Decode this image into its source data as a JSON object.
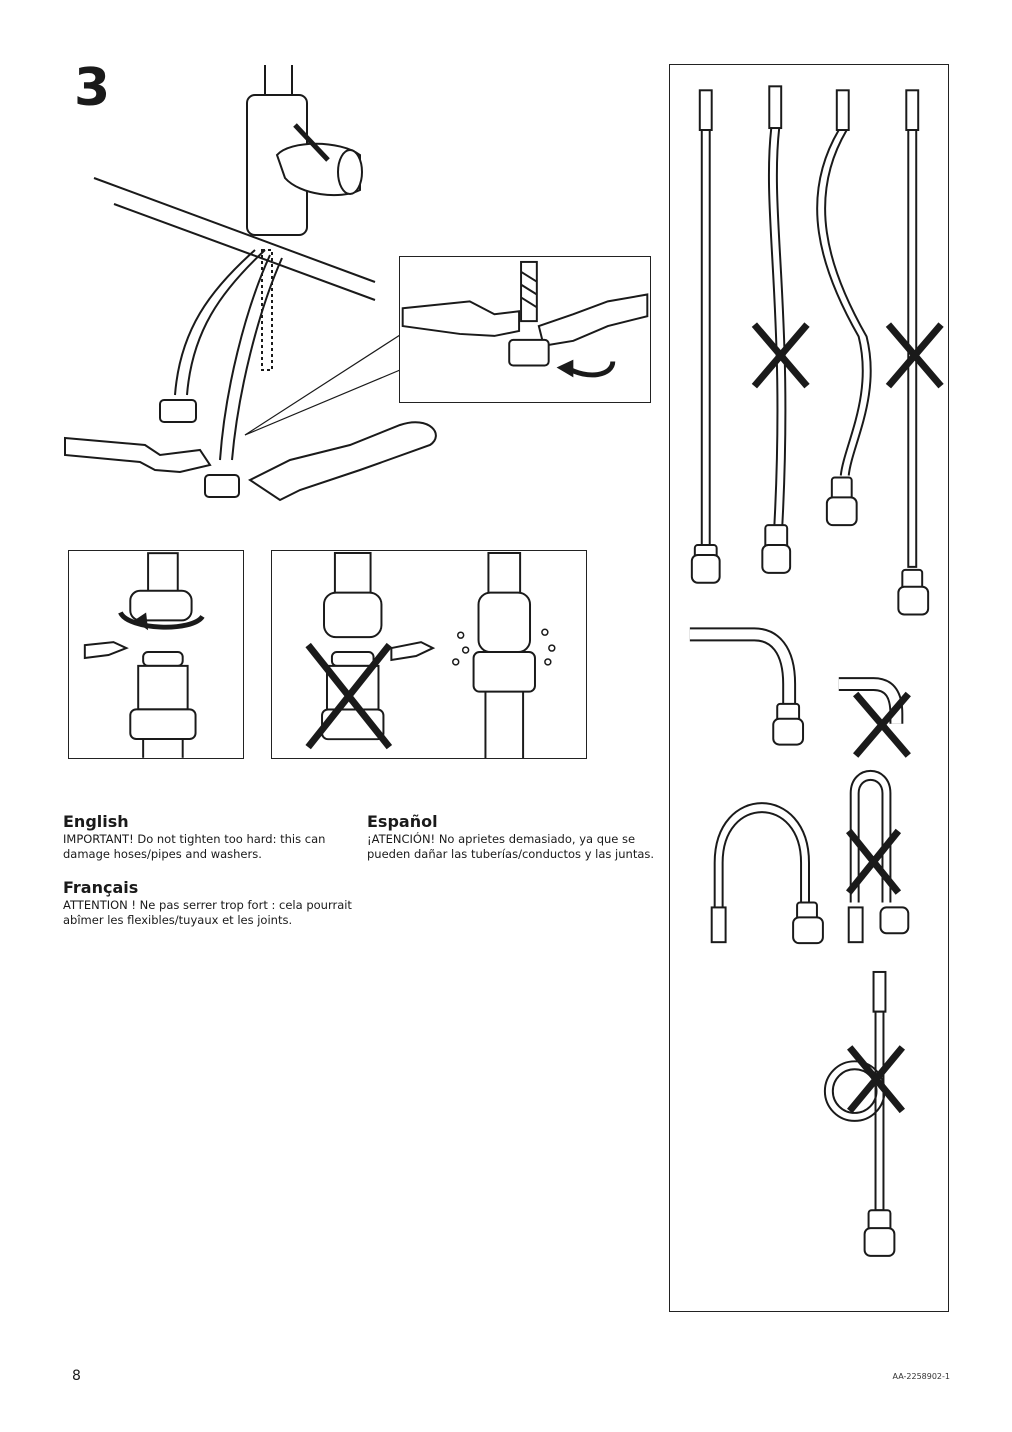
{
  "step": {
    "number": "3"
  },
  "languages": [
    {
      "name": "English",
      "text": "IMPORTANT! Do not tighten too hard: this can damage hoses/pipes and washers."
    },
    {
      "name": "Français",
      "text": "ATTENTION ! Ne pas serrer trop fort : cela pourrait abîmer les flexibles/tuyaux et les joints."
    },
    {
      "name": "Español",
      "text": "¡ATENCIÓN! No aprietes demasiado, ya que se pueden dañar las tuberías/conductos y las juntas."
    }
  ],
  "footer": {
    "page_number": "8",
    "document_code": "AA-2258902-1"
  },
  "icons": [
    "faucet-icon",
    "wrench-icon",
    "hose-icon",
    "nut-icon",
    "pointing-hand-icon",
    "rotate-arrow-icon",
    "water-drops-icon",
    "prohibited-x-icon"
  ],
  "colors": {
    "ink": "#1a1a1a",
    "background": "#ffffff"
  }
}
